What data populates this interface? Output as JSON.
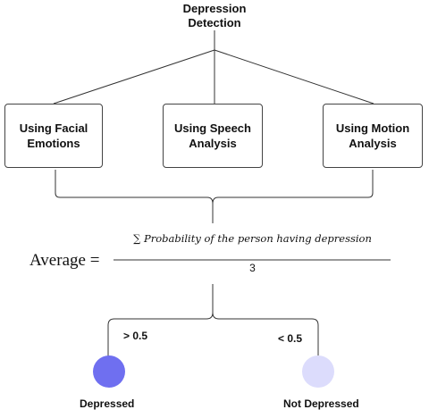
{
  "title": {
    "line1": "Depression",
    "line2": "Detection"
  },
  "methods": [
    {
      "line1": "Using Facial",
      "line2": "Emotions"
    },
    {
      "line1": "Using Speech",
      "line2": "Analysis"
    },
    {
      "line1": "Using Motion",
      "line2": "Analysis"
    }
  ],
  "formula": {
    "label": "Average =",
    "numerator": "∑ Probability of the person having depression",
    "denominator": "3"
  },
  "thresholds": {
    "greater": "> 0.5",
    "less": "< 0.5"
  },
  "outcomes": {
    "depressed": "Depressed",
    "not_depressed": "Not Depressed"
  },
  "colors": {
    "depressed": "#6f6ff0",
    "not_depressed": "#dcdcfc",
    "lines": "#333333"
  }
}
